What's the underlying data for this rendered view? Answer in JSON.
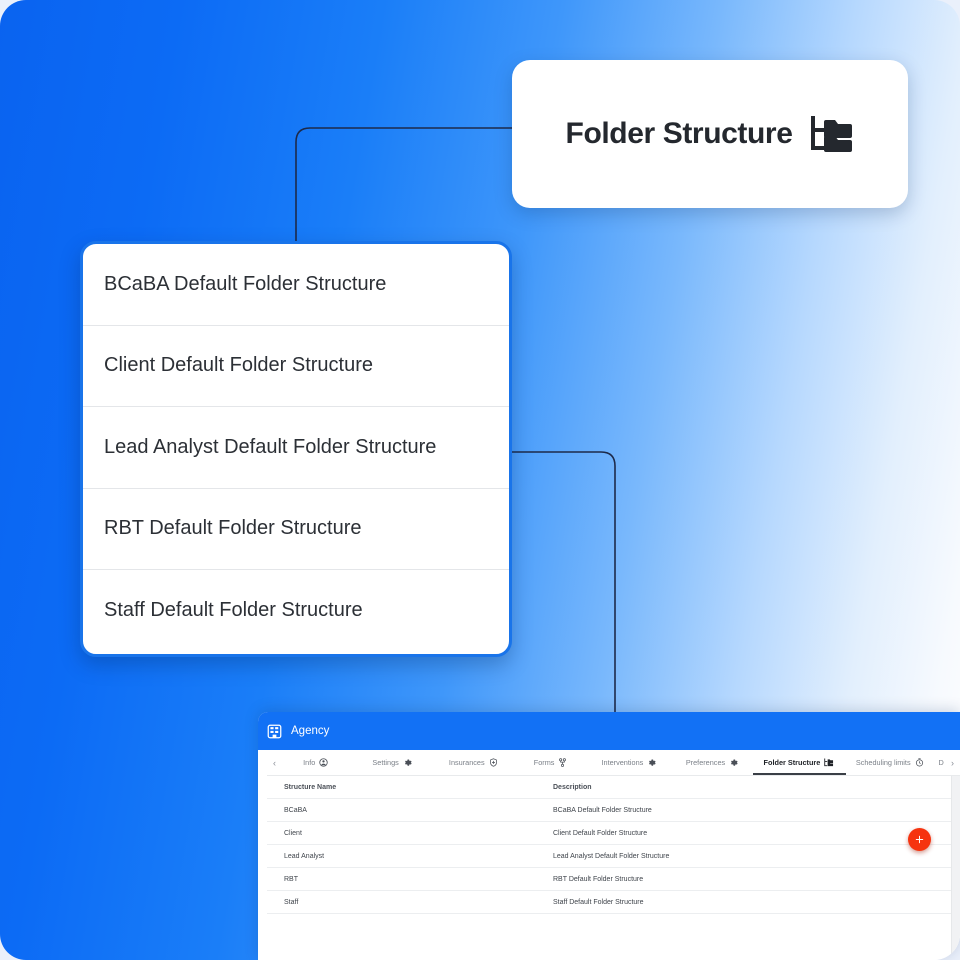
{
  "colors": {
    "brand_blue": "#1271f5",
    "gradient_from": "#0a63f0",
    "gradient_to": "#ffffff",
    "card_border": "#1974ea",
    "fab_red": "#f6330f",
    "connector": "#1d2a4a",
    "page_bg": "#eaf0fb"
  },
  "title_card": {
    "title": "Folder Structure",
    "icon": "folder-tree-icon"
  },
  "list_card": {
    "items": [
      {
        "label": "BCaBA Default Folder Structure"
      },
      {
        "label": "Client Default Folder Structure"
      },
      {
        "label": "Lead Analyst Default Folder Structure"
      },
      {
        "label": "RBT Default Folder Structure"
      },
      {
        "label": "Staff Default Folder Structure"
      }
    ]
  },
  "app": {
    "topbar": {
      "title": "Agency",
      "icon": "agency-building-icon"
    },
    "nav": {
      "prev_arrow": "‹",
      "next_arrow": "›"
    },
    "tabs": [
      {
        "label": "Info",
        "icon": "person-circle-icon",
        "active": false
      },
      {
        "label": "Settings",
        "icon": "gear-icon",
        "active": false
      },
      {
        "label": "Insurances",
        "icon": "shield-plus-icon",
        "active": false
      },
      {
        "label": "Forms",
        "icon": "forms-node-icon",
        "active": false
      },
      {
        "label": "Interventions",
        "icon": "gear-icon",
        "active": false
      },
      {
        "label": "Preferences",
        "icon": "gear-icon",
        "active": false
      },
      {
        "label": "Folder Structure",
        "icon": "folder-tree-icon",
        "active": true
      },
      {
        "label": "Scheduling limits",
        "icon": "clock-icon",
        "active": false
      },
      {
        "label": "D",
        "icon": "",
        "active": false
      }
    ],
    "table": {
      "columns": [
        "Structure Name",
        "Description"
      ],
      "rows": [
        {
          "name": "BCaBA",
          "description": "BCaBA Default Folder Structure"
        },
        {
          "name": "Client",
          "description": "Client Default Folder Structure"
        },
        {
          "name": "Lead Analyst",
          "description": "Lead Analyst Default Folder Structure"
        },
        {
          "name": "RBT",
          "description": "RBT Default Folder Structure"
        },
        {
          "name": "Staff",
          "description": "Staff Default Folder Structure"
        }
      ]
    },
    "fab": {
      "label": "+",
      "name": "add-button"
    }
  }
}
